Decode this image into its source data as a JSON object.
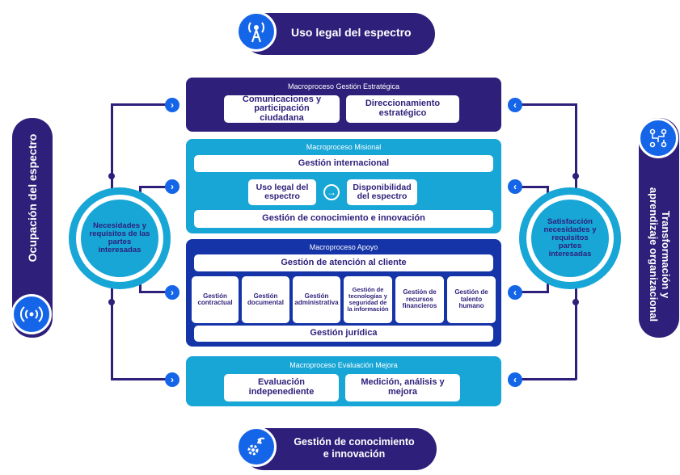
{
  "top_banner": {
    "label": "Uso legal del espectro",
    "icon": "antenna-icon"
  },
  "bottom_banner": {
    "label_line1": "Gestión de conocimiento",
    "label_line2": "e innovación",
    "icon": "gears-icon"
  },
  "left_banner": {
    "label": "Ocupación del espectro",
    "icon": "signal-icon"
  },
  "right_banner": {
    "label_line1": "Transformación y",
    "label_line2": "aprendizaje organizacional",
    "icon": "circuit-icon"
  },
  "left_circle": {
    "text": "Necesidades y requisitos de las partes interesadas"
  },
  "right_circle": {
    "text": "Satisfacción necesidades y requisitos partes interesadas"
  },
  "macro_estrategica": {
    "title": "Macroproceso Gestión Estratégica",
    "boxes": [
      "Comunicaciones y participación ciudadana",
      "Direccionamiento estratégico"
    ]
  },
  "macro_misional": {
    "title": "Macroproceso Misional",
    "international": "Gestión internacional",
    "uso_legal": "Uso legal del espectro",
    "disponibilidad": "Disponibilidad del espectro",
    "conocimiento": "Gestión de conocimiento e innovación"
  },
  "macro_apoyo": {
    "title": "Macroproceso Apoyo",
    "atencion": "Gestión de atención al cliente",
    "items": [
      "Gestión contractual",
      "Gestión documental",
      "Gestión administrativa",
      "Gestión de tecnologías y seguridad de la información",
      "Gestión de recursos financieros",
      "Gestión de talento humano"
    ],
    "juridica": "Gestión jurídica"
  },
  "macro_evaluacion": {
    "title": "Macroproceso Evaluación Mejora",
    "boxes": [
      "Evaluación indepenediente",
      "Medición, análisis y mejora"
    ]
  },
  "colors": {
    "navy": "#2e1f7a",
    "cyan": "#17a6d6",
    "blue": "#1565e8",
    "royal": "#1434a8"
  }
}
